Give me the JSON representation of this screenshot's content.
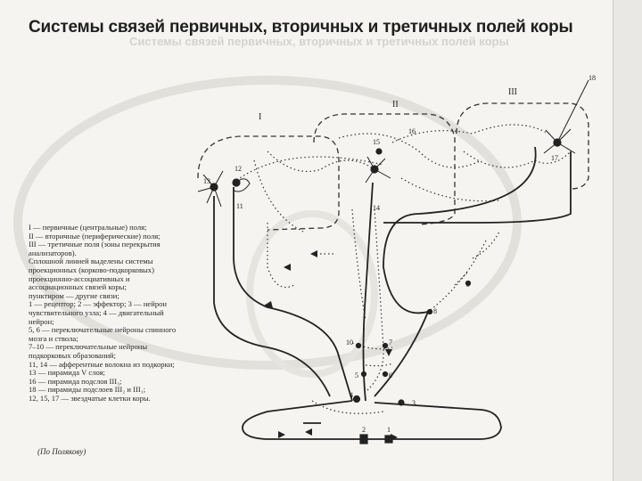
{
  "title": "Системы связей первичных, вторичных и третичных полей коры",
  "ghost_title": "Системы связей первичных, вторичных и третичных полей коры",
  "zones": [
    "I",
    "II",
    "III"
  ],
  "labels": {
    "n1": "1",
    "n2": "2",
    "n3": "3",
    "n4": "4",
    "n5": "5",
    "n6": "6",
    "n7": "7",
    "n8": "8",
    "n9": "9",
    "n10": "10",
    "n11": "11",
    "n12": "12",
    "n13": "13",
    "n14": "14",
    "n15": "15",
    "n16": "16",
    "n17": "17",
    "n18": "18"
  },
  "legend": [
    "I — первичные (центральные) поля;",
    "II — вторичные (периферические) поля;",
    "III — третичные поля (зоны перекрытия",
    "анализаторов).",
    "Сплошной линией выделены системы",
    "проекционных (корково-подкорковых)",
    "проекционно-ассоциативных и",
    "ассоциационных связей коры;",
    "пунктиром — другие связи;",
    "1 — рецептор; 2 — эффектор; 3 — нейрон",
    "чувствительного узла; 4 — двигательный",
    "нейрон;",
    "5, 6 — переключательные нейроны спинного",
    "мозга и ствола;",
    "7–10 — переключательные нейроны",
    "подкорковых образований;",
    "11, 14 — афферентные волокна из подкорки;",
    "13 — пирамида V слоя;",
    "16 — пирамида подслоя III₃;",
    "18 — пирамиды подслоев III₂ и III₁;",
    "12, 15, 17 — звездчатые клетки коры."
  ],
  "source": "(По Полякову)"
}
